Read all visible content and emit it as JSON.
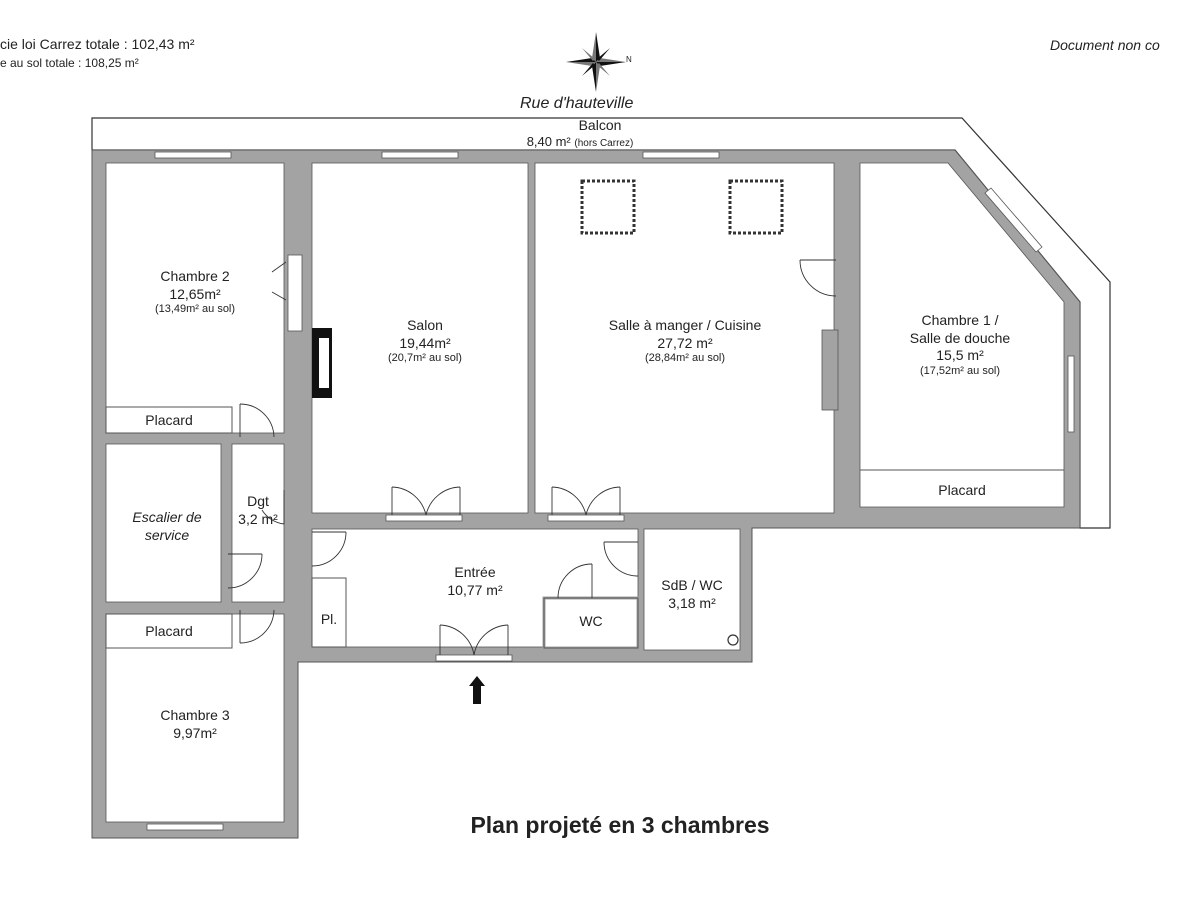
{
  "header": {
    "carrez_total": "cie loi Carrez totale :  102,43 m²",
    "sol_total": "e au sol totale :  108,25 m²",
    "disclaimer": "Document non co",
    "compass_letter": "N",
    "street": "Rue d'hauteville"
  },
  "balcony": {
    "name": "Balcon",
    "area": "8,40 m²",
    "note": "(hors Carrez)"
  },
  "rooms": {
    "chambre2": {
      "name": "Chambre 2",
      "area": "12,65m²",
      "sol": "(13,49m² au sol)"
    },
    "salon": {
      "name": "Salon",
      "area": "19,44m²",
      "sol": "(20,7m² au sol)"
    },
    "salle": {
      "name": "Salle à manger / Cuisine",
      "area": "27,72 m²",
      "sol": "(28,84m² au sol)"
    },
    "chambre1": {
      "name1": "Chambre 1 /",
      "name2": "Salle de douche",
      "area": "15,5 m²",
      "sol": "(17,52m² au sol)"
    },
    "placard_c2": "Placard",
    "placard_c1": "Placard",
    "escalier1": "Escalier de",
    "escalier2": "service",
    "dgt_name": "Dgt",
    "dgt_area": "3,2 m²",
    "entree_name": "Entrée",
    "entree_area": "10,77 m²",
    "sdb_name": "SdB / WC",
    "sdb_area": "3,18 m²",
    "wc": "WC",
    "pl": "Pl.",
    "placard_c3": "Placard",
    "chambre3": {
      "name": "Chambre 3",
      "area": "9,97m²"
    }
  },
  "caption": "Plan projeté en 3 chambres",
  "colors": {
    "wall": "#a3a3a3",
    "room": "#ffffff",
    "line": "#333333"
  }
}
